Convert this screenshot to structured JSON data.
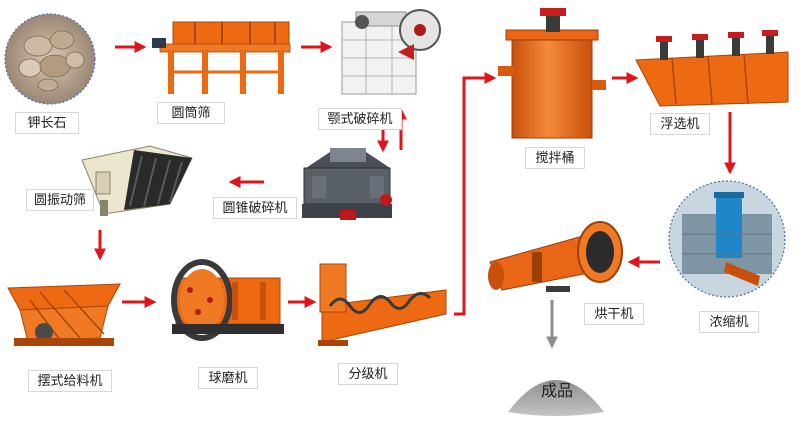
{
  "colors": {
    "arrow": "#e0151c",
    "machine_orange": "#ee6a12",
    "machine_dark": "#3a3a3a",
    "label_border": "#d7d7d7",
    "product_gray": "#a9a9a9"
  },
  "steps": [
    {
      "id": "feldspar",
      "label": "钾长石",
      "icon": "ore-rocks"
    },
    {
      "id": "trommel",
      "label": "圆筒筛",
      "icon": "trommel-screen"
    },
    {
      "id": "jaw",
      "label": "颚式破碎机",
      "icon": "jaw-crusher"
    },
    {
      "id": "cone",
      "label": "圆锥破碎机",
      "icon": "cone-crusher"
    },
    {
      "id": "vibrating",
      "label": "圆振动筛",
      "icon": "vibrating-screen"
    },
    {
      "id": "feeder",
      "label": "摆式给料机",
      "icon": "pendulum-feeder"
    },
    {
      "id": "ballmill",
      "label": "球磨机",
      "icon": "ball-mill"
    },
    {
      "id": "classifier",
      "label": "分级机",
      "icon": "spiral-classifier"
    },
    {
      "id": "agitator",
      "label": "搅拌桶",
      "icon": "agitation-tank"
    },
    {
      "id": "flotation",
      "label": "浮选机",
      "icon": "flotation-cells"
    },
    {
      "id": "thickener",
      "label": "浓缩机",
      "icon": "thickener"
    },
    {
      "id": "dryer",
      "label": "烘干机",
      "icon": "rotary-dryer"
    }
  ],
  "product": {
    "label": "成品"
  }
}
